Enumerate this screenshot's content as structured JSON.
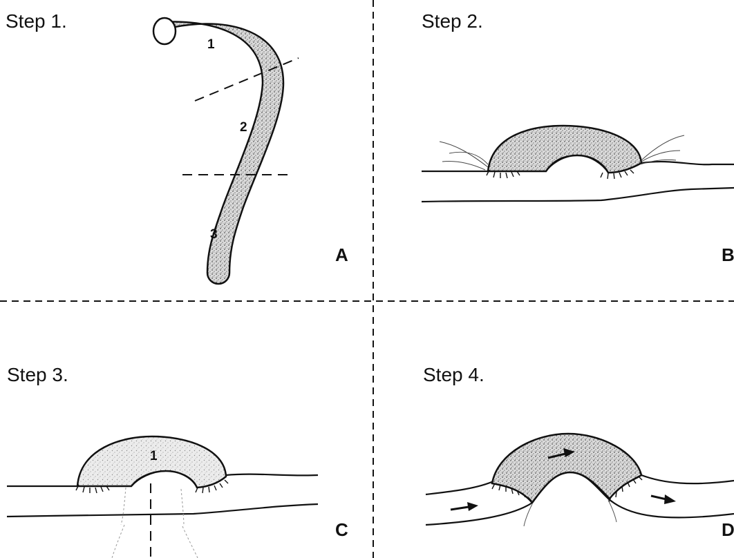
{
  "panels": [
    {
      "step_label": "Step 1.",
      "letter": "A"
    },
    {
      "step_label": "Step 2.",
      "letter": "B"
    },
    {
      "step_label": "Step 3.",
      "letter": "C"
    },
    {
      "step_label": "Step 4.",
      "letter": "D"
    }
  ],
  "segment_labels": [
    "1",
    "2",
    "3"
  ],
  "arch_label_step3": "1",
  "colors": {
    "line": "#111111",
    "stipple": "#9a9a9a",
    "stipple_light": "#cfcfcf",
    "background": "#ffffff"
  }
}
